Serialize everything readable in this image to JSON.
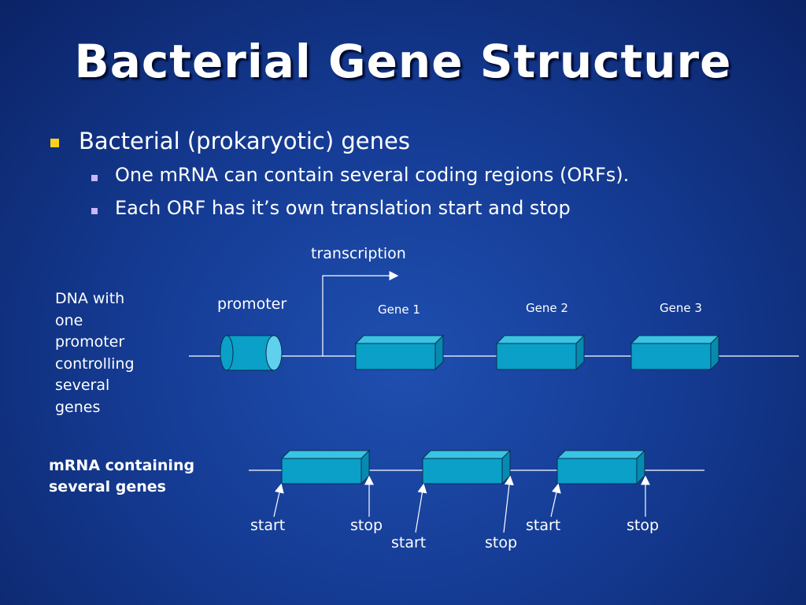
{
  "slide": {
    "title": "Bacterial Gene Structure",
    "bullets": [
      {
        "text": "Bacterial (prokaryotic) genes"
      },
      {
        "text": "One mRNA can contain several coding regions (ORFs)."
      },
      {
        "text": "Each ORF has it’s own translation start and stop"
      }
    ]
  },
  "diagram": {
    "transcription": "transcription",
    "promoter": "promoter",
    "genes": [
      "Gene 1",
      "Gene 2",
      "Gene 3"
    ],
    "dna_note": [
      "DNA with",
      "one",
      "promoter",
      "controlling",
      "several",
      "genes"
    ],
    "mrna_note": [
      "mRNA containing",
      "several genes"
    ],
    "markers": [
      "start",
      "stop",
      "start",
      "stop",
      "start",
      "stop"
    ]
  },
  "colors": {
    "box_fill": "#0aa0c8",
    "box_side": "#078ab0",
    "box_top": "#3ac3e2",
    "line": "#ffffff",
    "bullet_primary": "#ffd21e",
    "bullet_secondary": "#c9b6ff"
  }
}
